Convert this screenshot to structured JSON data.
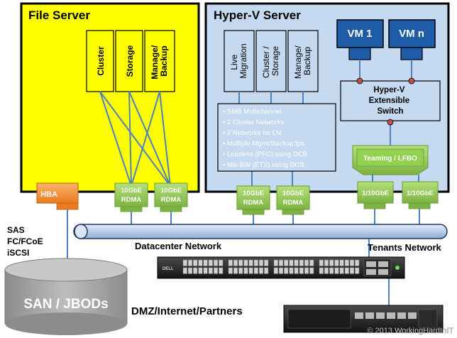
{
  "file_server": {
    "title": "File Server",
    "roles": [
      "Cluster",
      "Storage",
      "Manage/ Backup"
    ],
    "nics": [
      {
        "line1": "10GbE",
        "line2": "RDMA"
      },
      {
        "line1": "10GbE",
        "line2": "RDMA"
      }
    ],
    "hba_label": "HBA"
  },
  "hyperv_server": {
    "title": "Hyper-V Server",
    "roles": [
      "Live Migration",
      "Cluster / Storage",
      "Manage/ Backup"
    ],
    "features": [
      "SMB Multichannel",
      "2 Cluster Networks",
      "2 Networks for LM",
      "Multiple Mgmt/Backup Ips",
      "Lossless (PFC) using DCB",
      "Min BW (ETS) using DCB"
    ],
    "vms": [
      "VM 1",
      "VM n"
    ],
    "switch_label": "Hyper-V Extensible Switch",
    "teaming_label": "Teaming / LFBO",
    "rdma_nics": [
      {
        "line1": "10GbE",
        "line2": "RDMA"
      },
      {
        "line1": "10GbE",
        "line2": "RDMA"
      }
    ],
    "tenant_nics": [
      "1/10GbE",
      "1/10GbE"
    ]
  },
  "storage_protocols": [
    "SAS",
    "FC/FCoE",
    "iSCSI"
  ],
  "san_label": "SAN / JBODs",
  "datacenter_network_label": "Datacenter Network",
  "tenants_network_label": "Tenants Network",
  "dmz_label": "DMZ/Internet/Partners",
  "copyright": "© 2013 WorkingHardInIT",
  "switch_brand": "DELL",
  "colors": {
    "file_server_fill": "#ffff00",
    "hyperv_fill": "#c5d9f1",
    "nic_green": "#92d050",
    "hba_orange": "#f79646",
    "vm_blue": "#1f5ca8",
    "bus_fill": "#c6d9f1",
    "link_blue": "#4f81bd",
    "san_gray": "#a6a6a6",
    "port_red": "#c0504d"
  }
}
